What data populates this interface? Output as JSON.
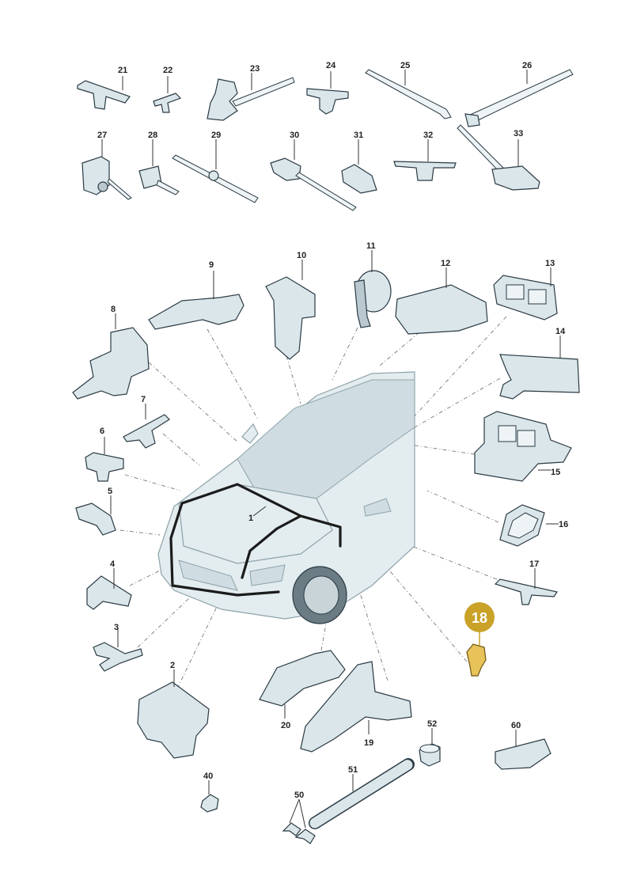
{
  "callouts": {
    "p1": "1",
    "p2": "2",
    "p3": "3",
    "p4": "4",
    "p5": "5",
    "p6": "6",
    "p7": "7",
    "p8": "8",
    "p9": "9",
    "p10": "10",
    "p11": "11",
    "p12": "12",
    "p13": "13",
    "p14": "14",
    "p15": "15",
    "p16": "16",
    "p17": "17",
    "p18": "18",
    "p19": "19",
    "p20": "20",
    "p21": "21",
    "p22": "22",
    "p23": "23",
    "p24": "24",
    "p25": "25",
    "p26": "26",
    "p27": "27",
    "p28": "28",
    "p29": "29",
    "p30": "30",
    "p31": "31",
    "p32": "32",
    "p33": "33",
    "p40": "40",
    "p50": "50",
    "p51": "51",
    "p52": "52",
    "p60": "60"
  },
  "highlight": {
    "label": "18",
    "color": "#c9a227"
  }
}
